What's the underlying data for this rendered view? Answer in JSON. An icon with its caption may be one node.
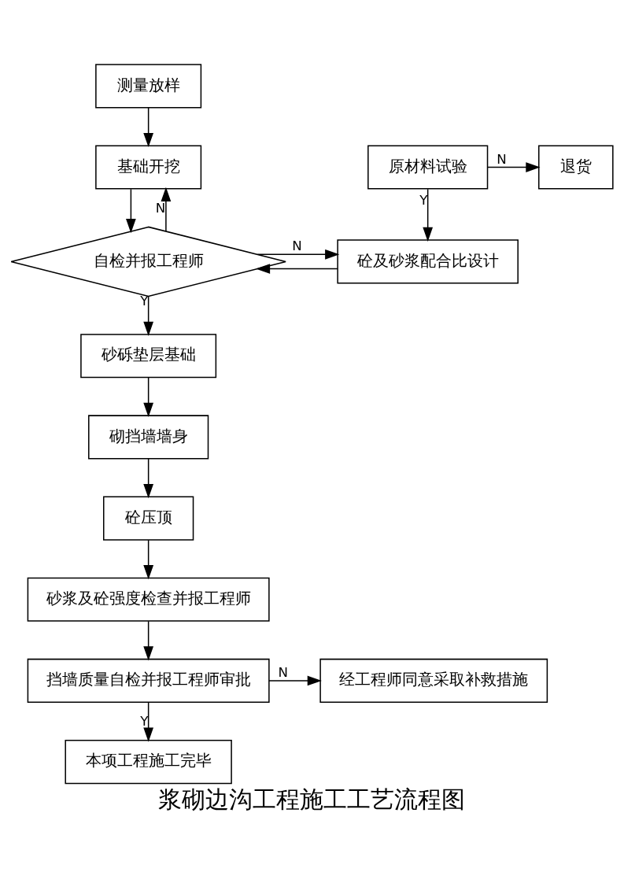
{
  "diagram": {
    "title": "浆砌边沟工程施工工艺流程图",
    "nodes": [
      {
        "text": [
          "测量放样"
        ]
      },
      {
        "text": [
          "基础开挖"
        ]
      },
      {
        "text": [
          "原材料试验"
        ]
      },
      {
        "text": [
          "退货"
        ]
      },
      {
        "text": [
          "自检并报工程师"
        ]
      },
      {
        "text": [
          "砼及砂浆配合比设计"
        ]
      },
      {
        "text": [
          "砂砾垫层基础"
        ]
      },
      {
        "text": [
          "砌挡墙墙身"
        ]
      },
      {
        "text": [
          "砼压顶"
        ]
      },
      {
        "text": [
          "砂浆及砼强度检查并报工程师"
        ]
      },
      {
        "text": [
          "挡墙质量自检并报工程师审批"
        ]
      },
      {
        "text": [
          "经工程师同意采取补救措施"
        ]
      },
      {
        "text": [
          "本项工程施工完毕"
        ]
      }
    ],
    "edges": [
      {
        "from": 0,
        "to": 1,
        "arrow": "to"
      },
      {
        "from": 1,
        "to": 4,
        "arrow": "to"
      },
      {
        "from": 4,
        "to": 1,
        "arrow": "to",
        "label": "N"
      },
      {
        "from": 2,
        "to": 3,
        "arrow": "to",
        "label": "N"
      },
      {
        "from": 2,
        "to": 5,
        "arrow": "to",
        "label": "Y"
      },
      {
        "from": 4,
        "to": 5,
        "arrow": "to",
        "label": "N"
      },
      {
        "from": 5,
        "to": 4,
        "arrow": "to"
      },
      {
        "from": 4,
        "to": 6,
        "arrow": "to",
        "label": "Y"
      },
      {
        "from": 6,
        "to": 7,
        "arrow": "to"
      },
      {
        "from": 7,
        "to": 8,
        "arrow": "to"
      },
      {
        "from": 8,
        "to": 9,
        "arrow": "to"
      },
      {
        "from": 9,
        "to": 10,
        "arrow": "to"
      },
      {
        "from": 10,
        "to": 11,
        "arrow": "to",
        "label": "N"
      },
      {
        "from": 10,
        "to": 12,
        "arrow": "to",
        "label": "Y"
      }
    ]
  }
}
